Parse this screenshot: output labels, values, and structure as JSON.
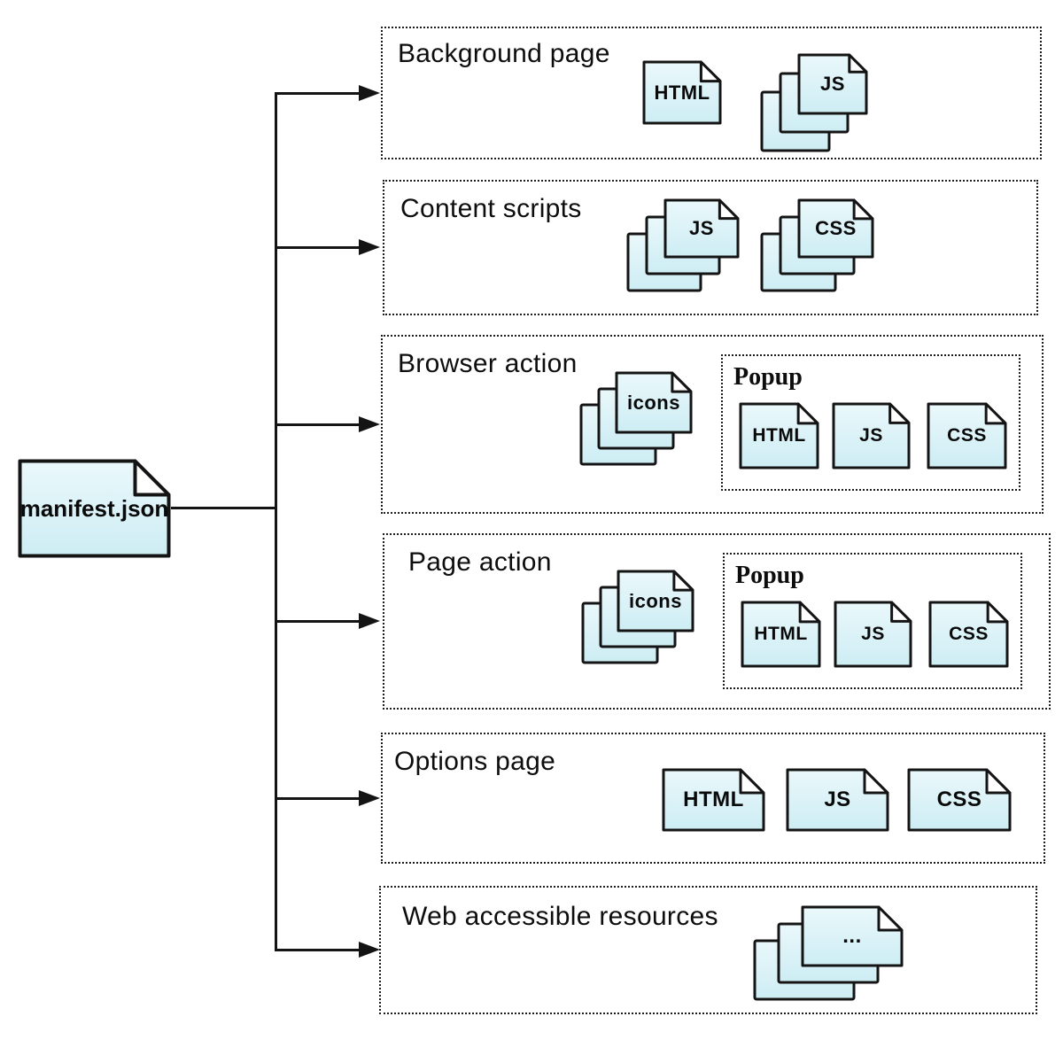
{
  "manifest": {
    "label": "manifest.json"
  },
  "sections": [
    {
      "title": "Background page",
      "files": [
        {
          "type": "single",
          "label": "HTML"
        },
        {
          "type": "stack",
          "label": "JS"
        }
      ]
    },
    {
      "title": "Content scripts",
      "files": [
        {
          "type": "stack",
          "label": "JS"
        },
        {
          "type": "stack",
          "label": "CSS"
        }
      ]
    },
    {
      "title": "Browser action",
      "files": [
        {
          "type": "stack",
          "label": "icons"
        }
      ],
      "popup": {
        "title": "Popup",
        "files": [
          {
            "label": "HTML"
          },
          {
            "label": "JS"
          },
          {
            "label": "CSS"
          }
        ]
      }
    },
    {
      "title": "Page action",
      "files": [
        {
          "type": "stack",
          "label": "icons"
        }
      ],
      "popup": {
        "title": "Popup",
        "files": [
          {
            "label": "HTML"
          },
          {
            "label": "JS"
          },
          {
            "label": "CSS"
          }
        ]
      }
    },
    {
      "title": "Options page",
      "files": [
        {
          "type": "single",
          "label": "HTML"
        },
        {
          "type": "single",
          "label": "JS"
        },
        {
          "type": "single",
          "label": "CSS"
        }
      ]
    },
    {
      "title": "Web accessible resources",
      "files": [
        {
          "type": "stack",
          "label": "..."
        }
      ]
    }
  ],
  "colors": {
    "canvas-bg": "#ffffff",
    "file-fill-top": "#eaf8fb",
    "file-fill-bottom": "#cdedf4",
    "file-border": "#141414",
    "line": "#141414",
    "box-border": "#1c1c1c",
    "text": "#0d0d0d"
  }
}
